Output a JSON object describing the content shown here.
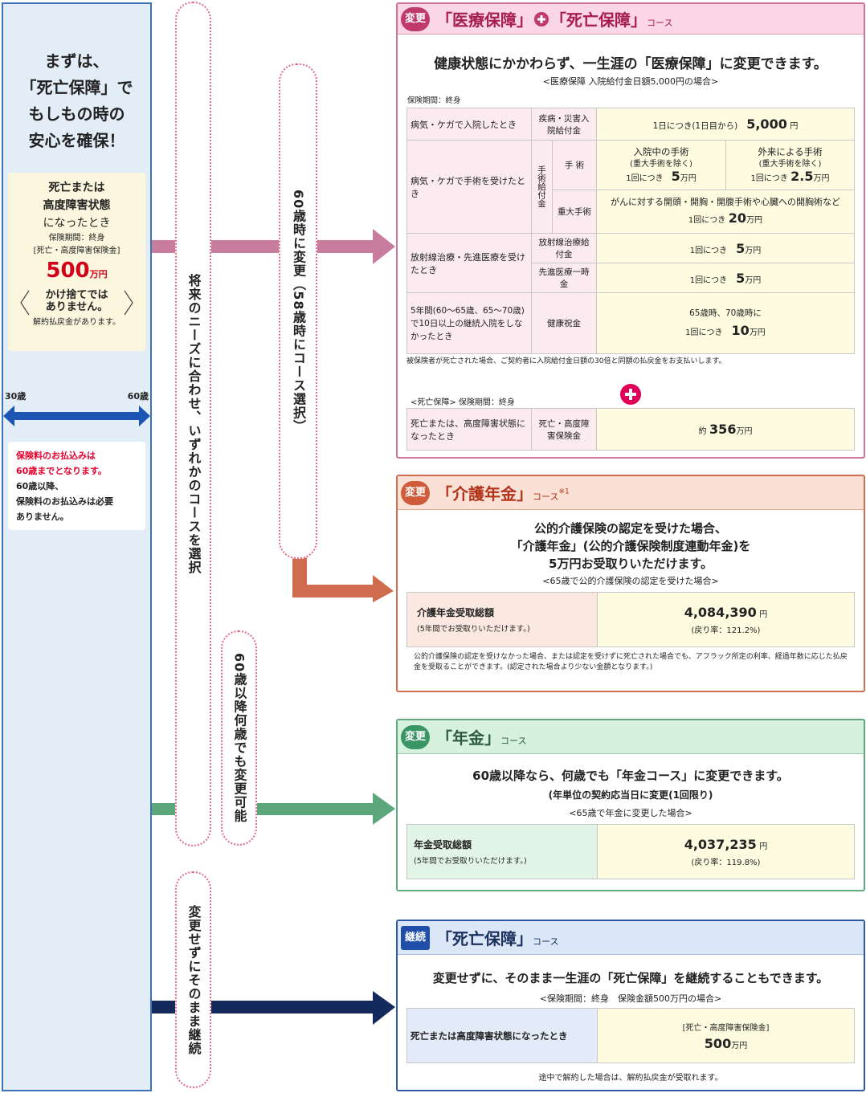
{
  "left": {
    "lead": [
      "まずは、",
      "「死亡保障」で",
      "もしもの時の",
      "安心を確保！"
    ],
    "death_box": {
      "line1": "死亡または",
      "line2": "高度障害状態",
      "line3": "になったとき",
      "period": "保険期間：終身",
      "kind": "[死亡・高度障害保険金]",
      "amount": "500",
      "unit": "万円",
      "note1": "かけ捨てでは",
      "note2": "ありません。",
      "refund": "解約払戻金があります。"
    },
    "age_start": "30歳",
    "age_end": "60歳",
    "pay": {
      "red1": "保険料のお払込みは",
      "red2": "60歳までとなります。",
      "l1": "60歳以降、",
      "l2": "保険料のお払込みは必要",
      "l3": "ありません。"
    }
  },
  "bubbles": {
    "choose": "将来のニーズに合わせ、いずれかのコースを選択",
    "change60": "60歳時に変更（58歳時にコース選択）",
    "any_age": "60歳以降何歳でも変更可能",
    "continue": "変更せずにそのまま継続"
  },
  "colors": {
    "medical": "#d0739a",
    "care": "#d16e4f",
    "pension": "#5fa97f",
    "death": "#16295a"
  },
  "medical": {
    "badge": "変更",
    "title1": "「医療保障」",
    "title2": "「死亡保障」",
    "course": "コース",
    "headline": "健康状態にかかわらず、一生涯の「医療保障」に変更できます。",
    "sub": "<医療保障 入院給付金日額5,000円の場合>",
    "period": "保険期間：終身",
    "r1_cond": "病気・ケガで入院したとき",
    "r1_kind": "疾病・災害入院給付金",
    "r1_val_pre": "1日につき(1日目から)",
    "r1_val": "5,000",
    "r1_unit": "円",
    "r2_cond": "病気・ケガで手術を受けたとき",
    "r2_kind": "手術給付金",
    "r2_sub1": "手 術",
    "r2_in": "入院中の手術",
    "r2_in_ex": "(重大手術を除く)",
    "r2_in_pre": "1回につき",
    "r2_in_val": "5",
    "r2_out": "外来による手術",
    "r2_out_ex": "(重大手術を除く)",
    "r2_out_pre": "1回につき",
    "r2_out_val": "2.5",
    "r2_sub2": "重大手術",
    "r2_major": "がんに対する開頭・開胸・開腹手術や心臓への開胸術など",
    "r2_major_pre": "1回につき",
    "r2_major_val": "20",
    "unit_man": "万円",
    "r3_cond": "放射線治療・先進医療を受けたとき",
    "r3_kind1": "放射線治療給付金",
    "r3_pre1": "1回につき",
    "r3_val1": "5",
    "r3_kind2": "先進医療一時金",
    "r3_pre2": "1回につき",
    "r3_val2": "5",
    "r4_cond": "5年間(60〜65歳、65〜70歳)で10日以上の継続入院をしなかったとき",
    "r4_kind": "健康祝金",
    "r4_line": "65歳時、70歳時に",
    "r4_pre": "1回につき",
    "r4_val": "10",
    "note": "被保険者が死亡された場合、ご契約者に入院給付金日額の30倍と同額の払戻金をお支払いします。",
    "death_head": "<死亡保障>  保険期間：終身",
    "death_cond": "死亡または、高度障害状態になったとき",
    "death_kind": "死亡・高度障害保険金",
    "death_pre": "約",
    "death_val": "356",
    "death_unit": "万円"
  },
  "care": {
    "badge": "変更",
    "title": "「介護年金」",
    "course": "コース",
    "mark": "※1",
    "line1": "公的介護保険の認定を受けた場合、",
    "line2": "「介護年金」(公的介護保険制度連動年金)を",
    "line3": "5万円お受取りいただけます。",
    "sub": "<65歳で公的介護保険の認定を受けた場合>",
    "label": "介護年金受取総額",
    "label_sub": "(5年間でお受取りいただけます。)",
    "value": "4,084,390",
    "unit": "円",
    "rate": "(戻り率：121.2%)",
    "note": "公的介護保険の認定を受けなかった場合、または認定を受けずに死亡された場合でも、アフラック所定の利率、経過年数に応じた払戻金を受取ることができます。(認定された場合より少ない金額となります。)"
  },
  "pension": {
    "badge": "変更",
    "title": "「年金」",
    "course": "コース",
    "line1": "60歳以降なら、何歳でも「年金コース」に変更できます。",
    "line2": "(年単位の契約応当日に変更(1回限り)",
    "sub": "<65歳で年金に変更した場合>",
    "label": "年金受取総額",
    "label_sub": "(5年間でお受取りいただけます。)",
    "value": "4,037,235",
    "unit": "円",
    "rate": "(戻り率：119.8%)"
  },
  "death": {
    "badge": "継続",
    "title": "「死亡保障」",
    "course": "コース",
    "line1": "変更せずに、そのまま一生涯の「死亡保障」を継続することもできます。",
    "sub": "<保険期間：終身　保険金額500万円の場合>",
    "label": "死亡または高度障害状態になったとき",
    "kind": "[死亡・高度障害保険金]",
    "value": "500",
    "unit": "万円",
    "note": "途中で解約した場合は、解約払戻金が受取れます。"
  }
}
